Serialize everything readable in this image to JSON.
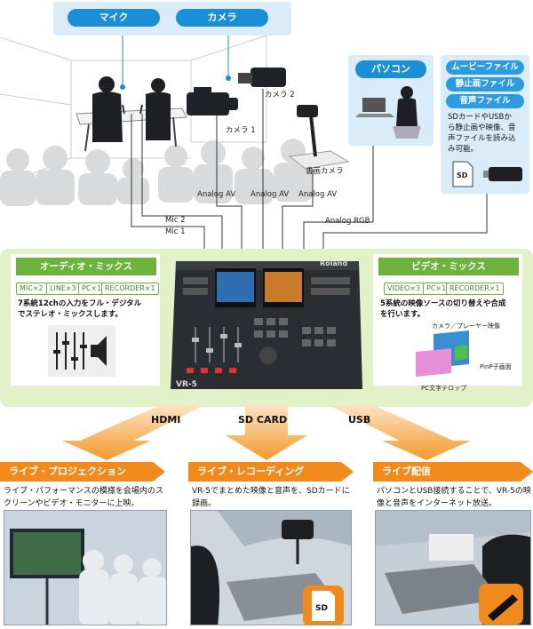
{
  "top": {
    "mic_label": "マイク",
    "camera_label": "カメラ",
    "camera2_label": "カメラ 2",
    "camera1_label": "カメラ 1",
    "doc_camera_label": "書画カメラ",
    "pc_label": "パソコン",
    "media": {
      "movie": "ムービーファイル",
      "still": "静止画ファイル",
      "audio": "音声ファイル",
      "desc_lines": [
        "SDカードやUSBか",
        "ら静止画や映像、音",
        "声ファイルを読み込",
        "み可能。"
      ]
    }
  },
  "wires": {
    "analog_av_1": "Analog AV",
    "analog_av_2": "Analog AV",
    "analog_av_3": "Analog AV",
    "analog_rgb": "Analog RGB",
    "mic2": "Mic 2",
    "mic1": "Mic 1"
  },
  "audio_mix": {
    "title": "オーディオ・ミックス",
    "tags": [
      "MIC×2",
      "LINE×3",
      "PC×1",
      "RECORDER×1"
    ],
    "desc_lines": [
      "7系統12chの入力をフル・デジタル",
      "でステレオ・ミックスします。"
    ]
  },
  "video_mix": {
    "title": "ビデオ・ミックス",
    "tags": [
      "VIDEO×3",
      "PC×1",
      "RECORDER×1"
    ],
    "desc_lines": [
      "5系統の映像ソースの切り替えや合成",
      "を行います。"
    ],
    "diagram": {
      "camera_player": "カメラ／プレーヤー映像",
      "pinp": "PinP子画面",
      "pc_telop": "PC文字テロップ"
    }
  },
  "device": {
    "brand": "Roland",
    "model": "VR-5"
  },
  "outputs": {
    "hdmi": "HDMI",
    "sdcard": "SD CARD",
    "usb": "USB"
  },
  "panels": [
    {
      "title": "ライブ・プロジェクション",
      "desc_lines": [
        "ライブ・パフォーマンスの模様を会場内のス",
        "クリーンやビデオ・モニターに上映。"
      ]
    },
    {
      "title": "ライブ・レコーディング",
      "desc_lines": [
        "VR-5でまとめた映像と音声を、SDカードに",
        "録画。"
      ]
    },
    {
      "title": "ライブ配信",
      "desc_lines": [
        "パソコンとUSB接続することで、VR-5の映",
        "像と音声をインターネット放送。"
      ]
    }
  ],
  "colors": {
    "blue": "#1a8fd6",
    "light_blue": "#d9ecf7",
    "green_panel": "#e3f1c8",
    "orange": "#f08a1c"
  }
}
